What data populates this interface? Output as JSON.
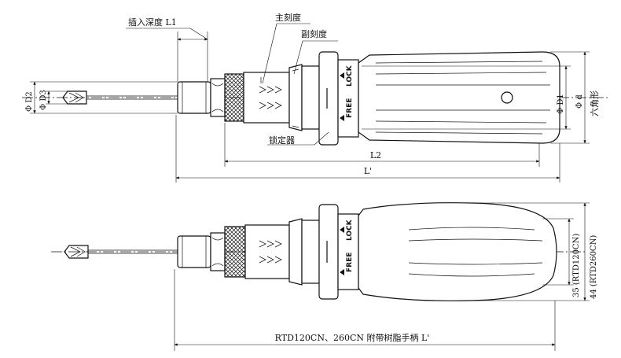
{
  "labels": {
    "insert_depth": "插入深度 L1",
    "main_scale": "主刻度",
    "sub_scale": "副刻度",
    "locker": "锁定器",
    "l2": "L2",
    "l_prime": "L'",
    "d2": "Φ D2",
    "d3": "Φ D3",
    "d1": "Φ D1",
    "d": "Φ d",
    "hex": "六角形",
    "lock": "LOCK",
    "free": "FREE",
    "dim35": "35 (RTD120CN)",
    "dim44": "44 (RTD260CN)",
    "bottom_caption": "RTD120CN、260CN 附带树脂手柄 L'"
  },
  "colors": {
    "line": "#111111",
    "background": "#ffffff"
  }
}
